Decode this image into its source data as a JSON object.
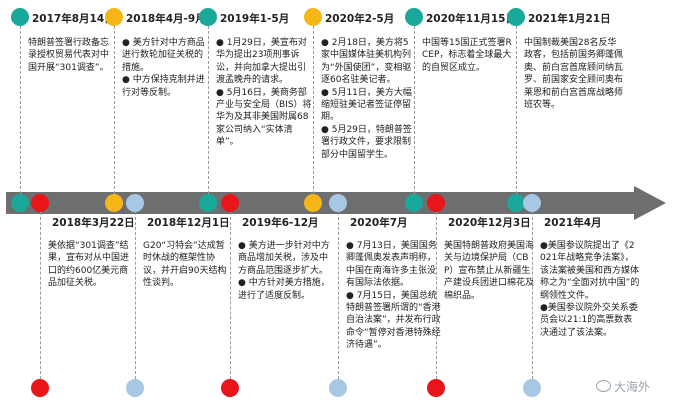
{
  "colors": {
    "teal": "#1aa89a",
    "red": "#e8151b",
    "yellow": "#f7b617",
    "lightblue": "#a8c7e5",
    "arrow": "#6d6e70"
  },
  "top_events": [
    {
      "date": "2017年8月14日",
      "color": "teal",
      "lines": [
        "特朗普签署行政备忘录授权贸易代表对中国开展“301调查”。"
      ]
    },
    {
      "date": "2018年4月-9月",
      "color": "yellow",
      "lines": [
        "● 美方针对中方商品进行数轮加征关税的措施。",
        "● 中方保持克制并进行对等反制。"
      ]
    },
    {
      "date": "2019年1-5月",
      "color": "teal",
      "lines": [
        "● 1月29日，美宣布对华为提出23项刑事诉讼，并向加拿大提出引渡孟晚舟的请求。",
        "● 5月16日，美商务部产业与安全局（BIS）将华为及其非美国附属68家公司纳入“实体清单”。"
      ]
    },
    {
      "date": "2020年2-5月",
      "color": "yellow",
      "lines": [
        "● 2月18日，美方将5家中国媒体驻美机构列为“外国使团”，变相驱逐60名驻美记者。",
        "● 5月11日，美方大幅缩短驻美记者签证停留期。",
        "● 5月29日，特朗普签署行政文件，要求限制部分中国留学生。"
      ]
    },
    {
      "date": "2020年11月15日",
      "color": "teal",
      "lines": [
        "中国等15国正式签署RCEP，标志着全球最大的自贸区成立。"
      ]
    },
    {
      "date": "2021年1月21日",
      "color": "teal",
      "lines": [
        "中国制裁美国28名反华政客，包括前国务卿蓬佩奥、前白宫首席顾问纳瓦罗、前国家安全顾问奥布莱恩和前白宫首席战略师班农等。"
      ]
    }
  ],
  "bottom_events": [
    {
      "date": "2018年3月22日",
      "color": "red",
      "lines": [
        "美依据“301调查”结果，宣布对从中国进口的约600亿美元商品加征关税。"
      ]
    },
    {
      "date": "2018年12月1日",
      "color": "lightblue",
      "lines": [
        "G20“习特会”达成暂时休战的框架性协议，并开启90天结构性谈判。"
      ]
    },
    {
      "date": "2019年6-12月",
      "color": "red",
      "lines": [
        "● 美方进一步针对中方商品增加关税，涉及中方商品范围逐步扩大。",
        "● 中方针对美方措施，进行了适度反制。"
      ]
    },
    {
      "date": "2020年7月",
      "color": "lightblue",
      "lines": [
        "● 7月13日，美国国务卿蓬佩奥发表声明称，中国在南海许多主张没有国际法依据。",
        "● 7月15日，美国总统特朗普签署所谓的“香港自治法案”，并发布行政命令“暂停对香港特殊经济待遇”。"
      ]
    },
    {
      "date": "2020年12月3日",
      "color": "red",
      "lines": [
        "美国特朗普政府美国海关与边境保护局（CBP）宣布禁止从新疆生产建设兵团进口棉花及棉织品。"
      ]
    },
    {
      "date": "2021年4月",
      "color": "lightblue",
      "lines": [
        "●美国参议院提出了《2021年战略竞争法案》，该法案被美国和西方媒体称之为“全面对抗中国”的纲领性文件。",
        "●美国参议院外交关系委员会以21:1的高票数表决通过了该法案。"
      ]
    }
  ],
  "watermark": "大海外"
}
